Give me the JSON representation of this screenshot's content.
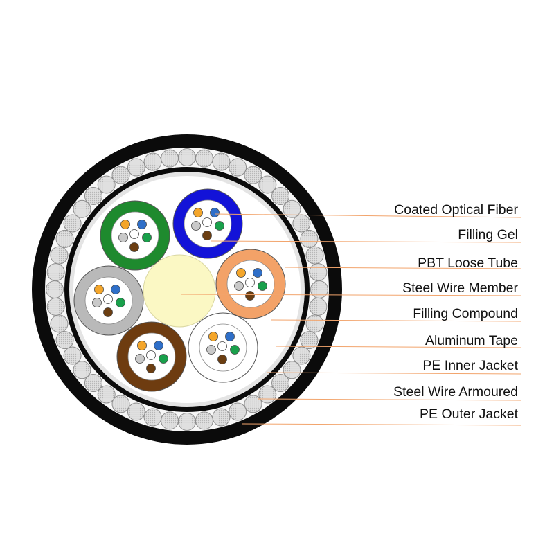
{
  "labels": [
    "Coated Optical Fiber",
    "Filling Gel",
    "PBT Loose Tube",
    "Steel Wire Member",
    "Filling Compound",
    "Aluminum Tape",
    "PE Inner Jacket",
    "Steel Wire Armoured",
    "PE Outer Jacket"
  ],
  "colors": {
    "leader_line": "#f2a46c",
    "outer_jacket": "#0b0b0b",
    "armour_wire": "#e0e0e0",
    "armour_wire_pattern": "#b7b7b7",
    "inner_jacket": "#0b0b0b",
    "aluminum_tape": "#e4e4e4",
    "filling_compound": "#ffffff",
    "central_member": "#fbf8c4",
    "fiber_orange": "#f4a62b",
    "fiber_blue": "#2f6fc8",
    "fiber_green": "#19a04b",
    "fiber_brown": "#6b3e12",
    "fiber_white": "#ffffff",
    "fiber_gray": "#c9c9c9"
  },
  "tubes": [
    {
      "name": "green",
      "color": "#1e8a2e"
    },
    {
      "name": "blue",
      "color": "#1313d8"
    },
    {
      "name": "orange",
      "color": "#f3a268"
    },
    {
      "name": "white",
      "color": "#ffffff"
    },
    {
      "name": "brown",
      "color": "#6e3c10"
    },
    {
      "name": "gray",
      "color": "#b9b9b9"
    }
  ],
  "fiber_order": [
    "fiber_orange",
    "fiber_blue",
    "fiber_green",
    "fiber_brown",
    "fiber_gray",
    "fiber_white"
  ]
}
